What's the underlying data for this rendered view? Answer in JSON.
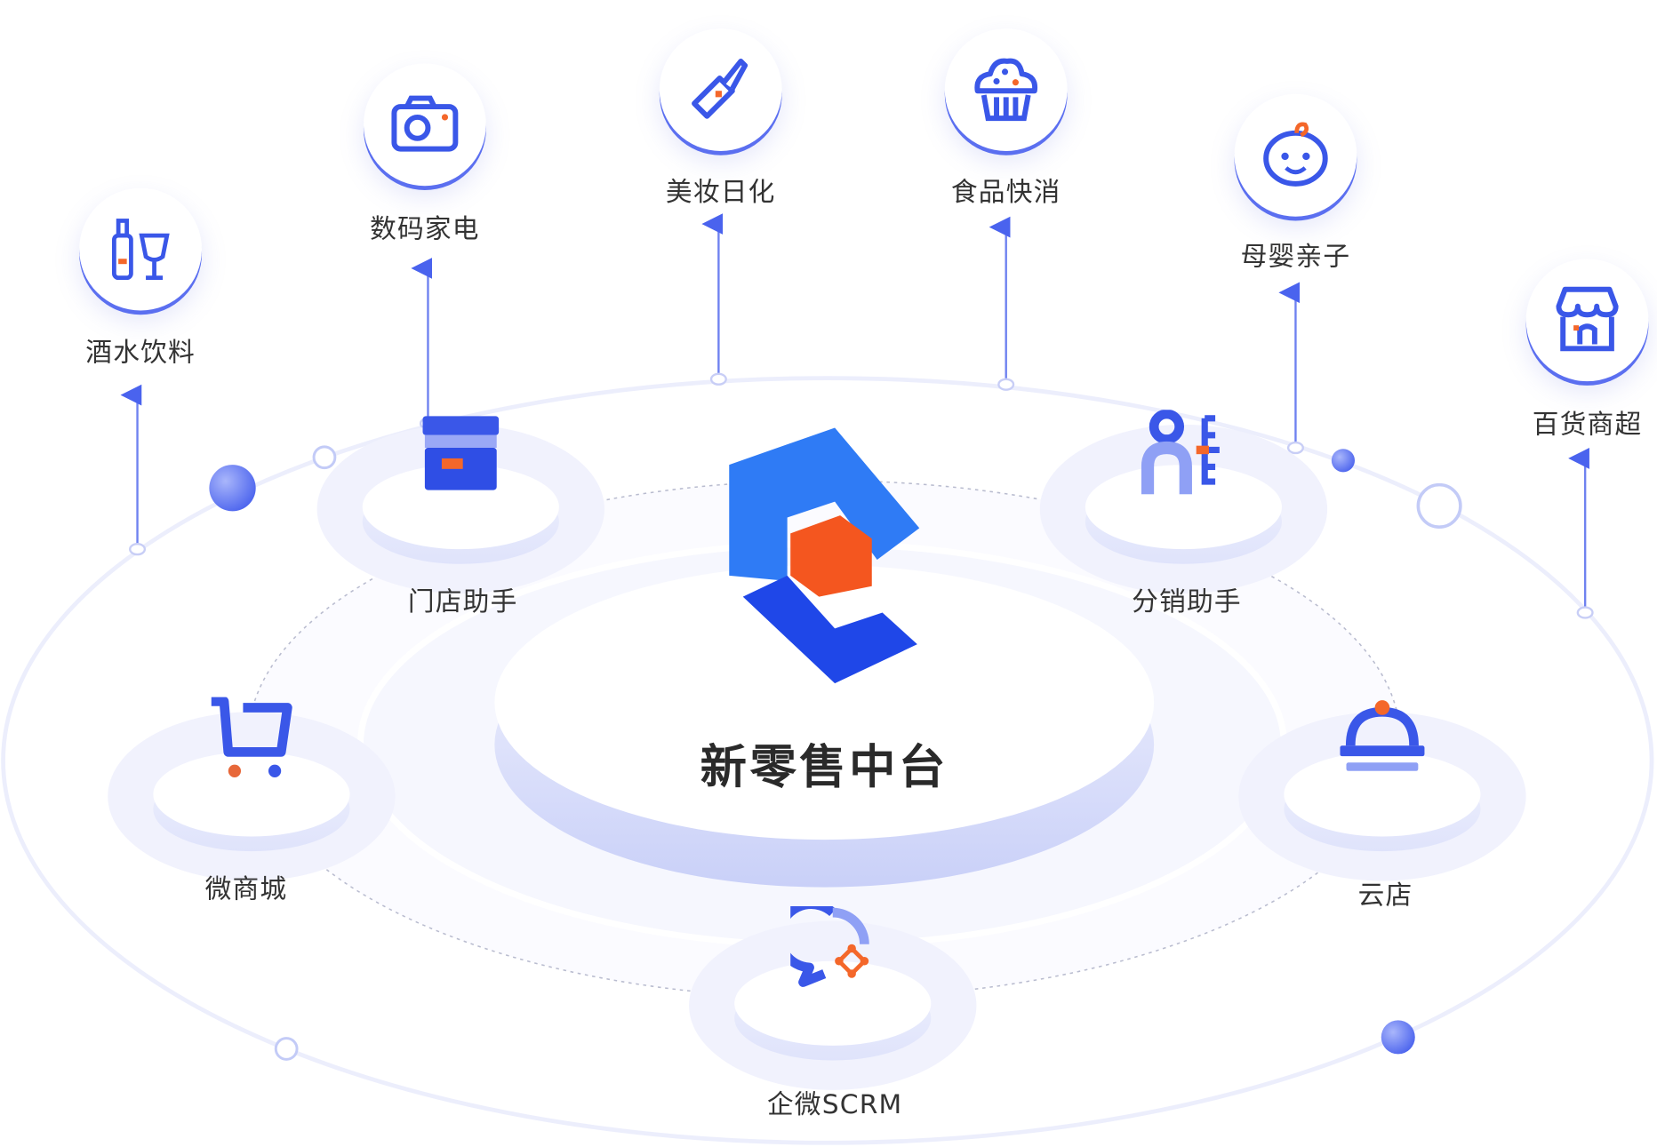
{
  "title": "新零售中台",
  "platforms": [
    {
      "label": "门店助手",
      "icon": "store-box-icon"
    },
    {
      "label": "分销助手",
      "icon": "distribution-icon"
    },
    {
      "label": "微商城",
      "icon": "cart-icon"
    },
    {
      "label": "云店",
      "icon": "cloche-icon"
    },
    {
      "label": "企微SCRM",
      "icon": "chat-scrm-icon"
    }
  ],
  "categories": [
    {
      "label": "酒水饮料",
      "icon": "bottle-glass-icon"
    },
    {
      "label": "数码家电",
      "icon": "camera-icon"
    },
    {
      "label": "美妆日化",
      "icon": "lipstick-icon"
    },
    {
      "label": "食品快消",
      "icon": "cupcake-icon"
    },
    {
      "label": "母婴亲子",
      "icon": "baby-icon"
    },
    {
      "label": "百货商超",
      "icon": "shop-icon"
    }
  ],
  "colors": {
    "primary": "#3a57e8",
    "accent": "#f4672a",
    "ring": "#e9ebfb"
  }
}
